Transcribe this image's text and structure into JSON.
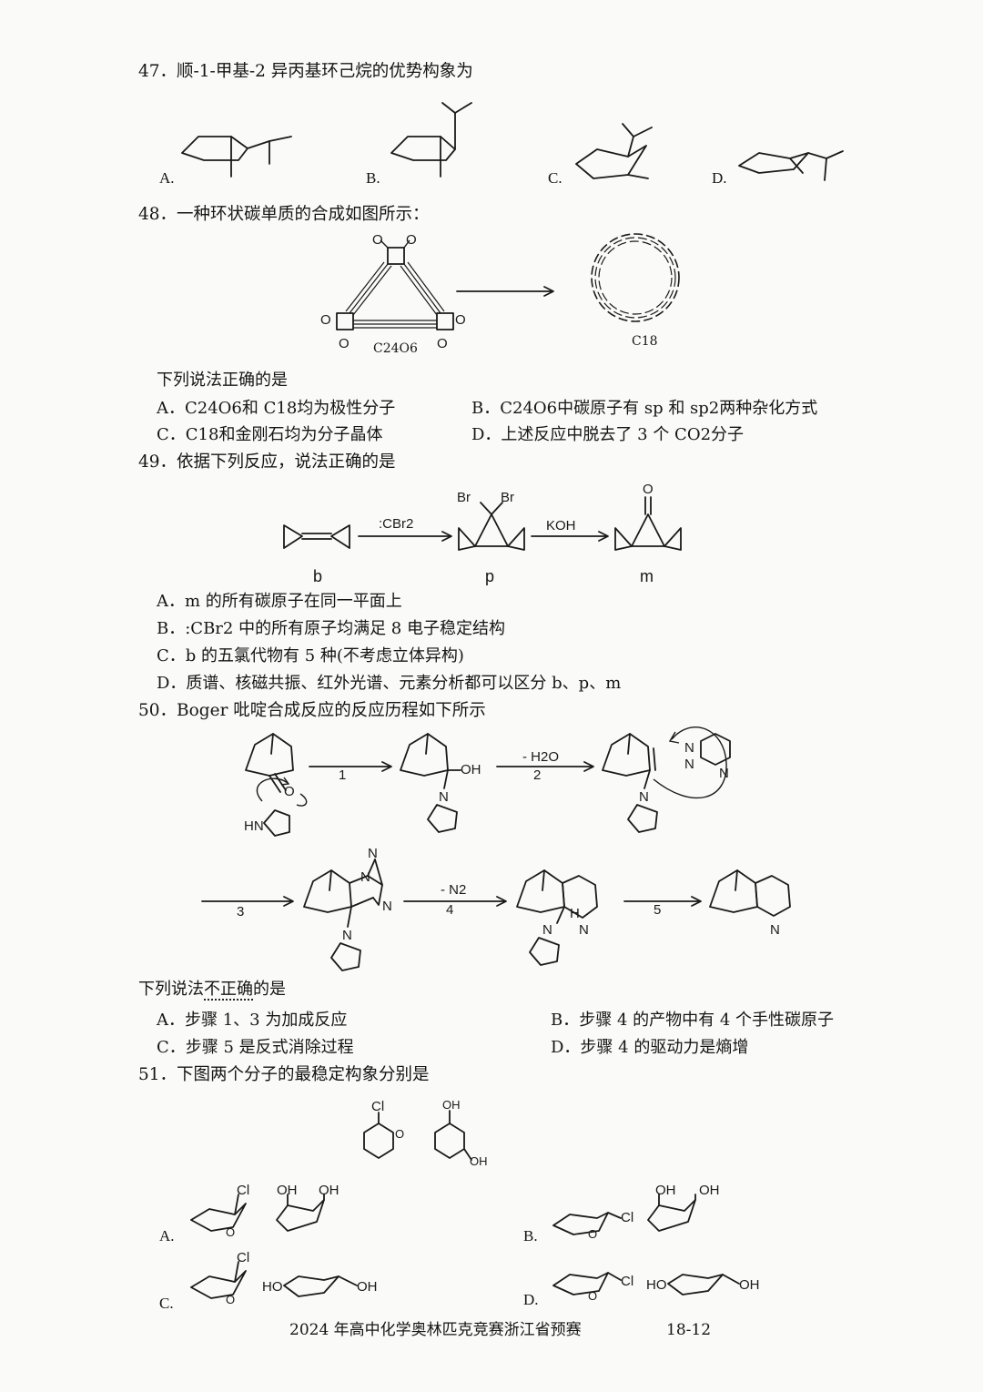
{
  "q47": {
    "stem": "47．顺-1-甲基-2 异丙基环己烷的优势构象为",
    "labels": [
      "A.",
      "B.",
      "C.",
      "D."
    ]
  },
  "q48": {
    "stem": "48．一种环状碳单质的合成如图所示：",
    "reactant_label": "C24O6",
    "product_label": "C18",
    "prompt": "下列说法正确的是",
    "A": "A．C24O6和 C18均为极性分子",
    "B": "B．C24O6中碳原子有 sp 和 sp2两种杂化方式",
    "C": "C．C18和金刚石均为分子晶体",
    "D": "D．上述反应中脱去了 3 个 CO2分子"
  },
  "q49": {
    "stem": "49．依据下列反应，说法正确的是",
    "reagent1": ":CBr2",
    "reagent2": "KOH",
    "b_label": "b",
    "p_label": "p",
    "m_label": "m",
    "A": "A．m 的所有碳原子在同一平面上",
    "B": "B．:CBr2 中的所有原子均满足 8 电子稳定结构",
    "C": "C．b 的五氯代物有 5 种(不考虑立体异构)",
    "D": "D．质谱、核磁共振、红外光谱、元素分析都可以区分 b、p、m"
  },
  "q50": {
    "stem": "50．Boger 吡啶合成反应的反应历程如下所示",
    "steps": [
      "1",
      "- H2O",
      "2",
      "3",
      "- N2",
      "4",
      "5"
    ],
    "prompt_pre": "下列说法",
    "prompt_emph": "不正确",
    "prompt_post": "的是",
    "A": "A．步骤 1、3 为加成反应",
    "B": "B．步骤 4 的产物中有 4 个手性碳原子",
    "C": "C．步骤 5 是反式消除过程",
    "D": "D．步骤 4 的驱动力是熵增"
  },
  "q51": {
    "stem": "51．下图两个分子的最稳定构象分别是",
    "labels": [
      "A.",
      "B.",
      "C.",
      "D."
    ]
  },
  "footer": {
    "title": "2024 年高中化学奥林匹克竞赛浙江省预赛",
    "page": "18-12"
  }
}
